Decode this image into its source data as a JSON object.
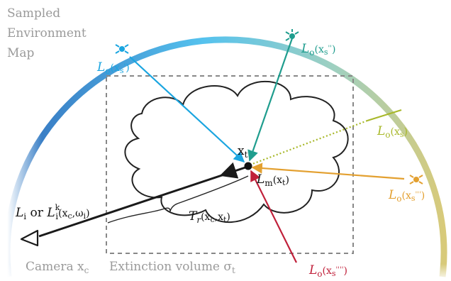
{
  "env_map_label": [
    "Sampled",
    "Environment",
    "Map"
  ],
  "camera_label": {
    "text": "Camera x",
    "sub": "c"
  },
  "volume_label": {
    "text": "Extinction volume σ",
    "sub": "t"
  },
  "point_label": {
    "text": "x",
    "sub": "t"
  },
  "Lm_label": {
    "main": "L",
    "sub": "m",
    "args": "(x",
    "args_sub": "t",
    "close": ")"
  },
  "Tr_label": {
    "main": "T",
    "sub": "r",
    "args": "(x",
    "args_sub1": "c",
    "mid": ",x",
    "args_sub2": "t",
    "close": ")"
  },
  "Li_label": {
    "a": "L",
    "a_sub": "i",
    "or": " or ",
    "b": "L",
    "b_sup": "k",
    "b_sub": "i",
    "args": "(x",
    "args_sub": "c",
    "mid": ",ω",
    "mid_sub": "i",
    "close": ")"
  },
  "radiance_lights": [
    {
      "id": "s1",
      "prime": "'",
      "color": "#1aa5e0"
    },
    {
      "id": "s2",
      "prime": "''",
      "color": "#1f9d8e"
    },
    {
      "id": "s3",
      "prime": "",
      "color": "#a8b82a"
    },
    {
      "id": "s4",
      "prime": "'''",
      "color": "#e3a030"
    },
    {
      "id": "s5",
      "prime": "''''",
      "color": "#c0203a"
    }
  ],
  "colors": {
    "arc_left": "#3a7fc6",
    "arc_top": "#55c2ee",
    "arc_right": "#d8ca7a",
    "cloud": "#222222",
    "box": "#888888",
    "ray": "#1a1a1a"
  }
}
